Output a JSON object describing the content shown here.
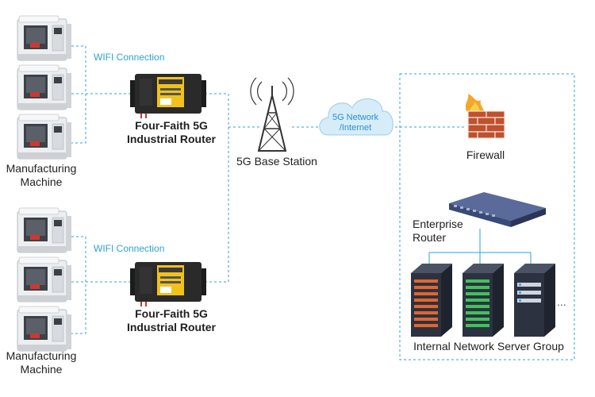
{
  "groups": [
    {
      "wifi_label": "WIFI Connection",
      "machine_label": "Manufacturing Machine",
      "router_label": "Four-Faith 5G Industrial Router"
    },
    {
      "wifi_label": "WIFI Connection",
      "machine_label": "Manufacturing Machine",
      "router_label": "Four-Faith 5G Industrial Router"
    }
  ],
  "base_station_label": "5G Base Station",
  "cloud_label": "5G Network /Internet",
  "firewall_label": "Firewall",
  "enterprise_router_label": "Enterprise Router",
  "server_group_label": "Internal Network Server Group",
  "more_indicator": "...",
  "colors": {
    "link": "#2ba3d9",
    "router_body": "#2a2a2a",
    "router_panel": "#f2c21b",
    "firewall_brick": "#c0502e",
    "server": "#2c3240",
    "enterprise_router": "#3a4a78",
    "cloud": "#d6ecf8"
  },
  "icons": [
    "cnc-machine-icon",
    "industrial-router-icon",
    "cell-tower-icon",
    "cloud-icon",
    "firewall-icon",
    "enterprise-router-icon",
    "server-rack-icon"
  ]
}
